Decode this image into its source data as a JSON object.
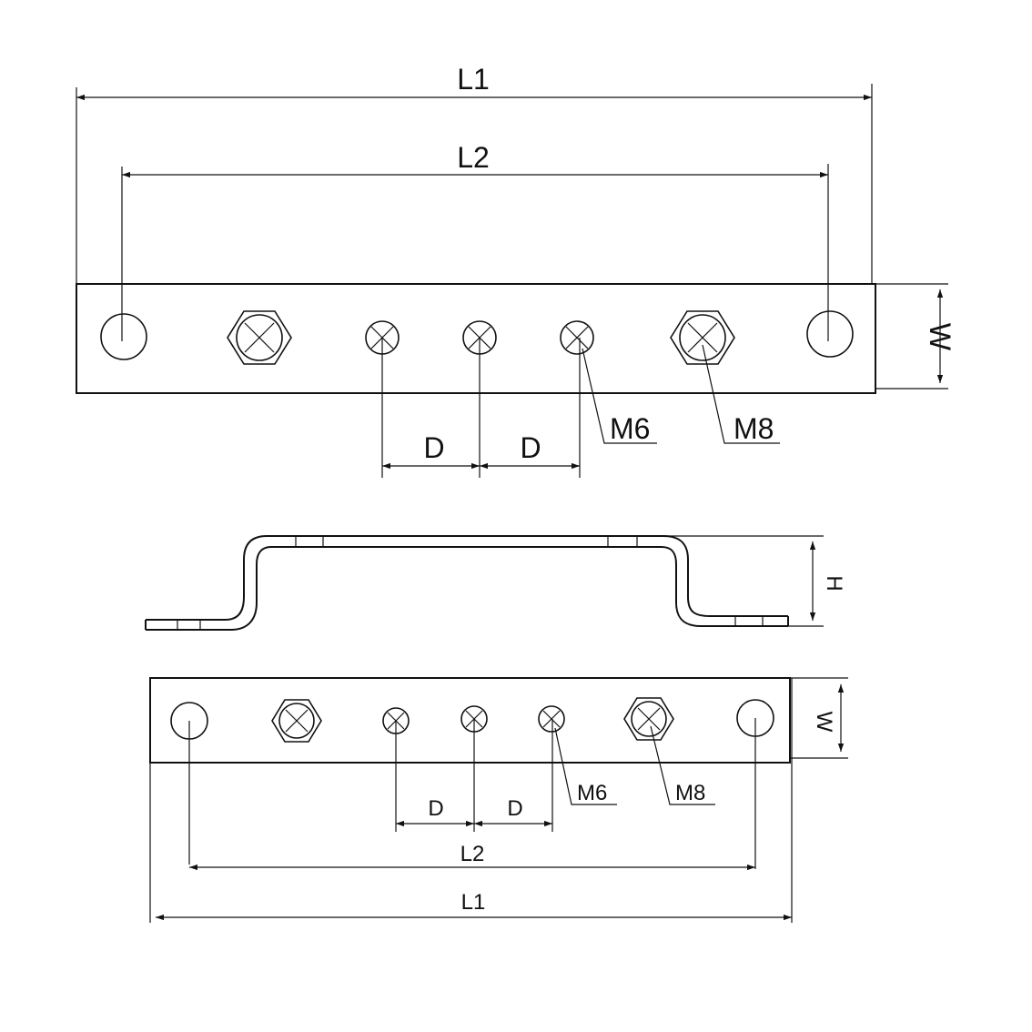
{
  "top_view": {
    "l1": "L1",
    "l2": "L2",
    "w": "W",
    "d_left": "D",
    "d_right": "D",
    "m6": "M6",
    "m8": "M8"
  },
  "side_view": {
    "h": "H"
  },
  "bottom_view": {
    "l1": "L1",
    "l2": "L2",
    "w": "W",
    "d_left": "D",
    "d_right": "D",
    "m6": "M6",
    "m8": "M8"
  }
}
